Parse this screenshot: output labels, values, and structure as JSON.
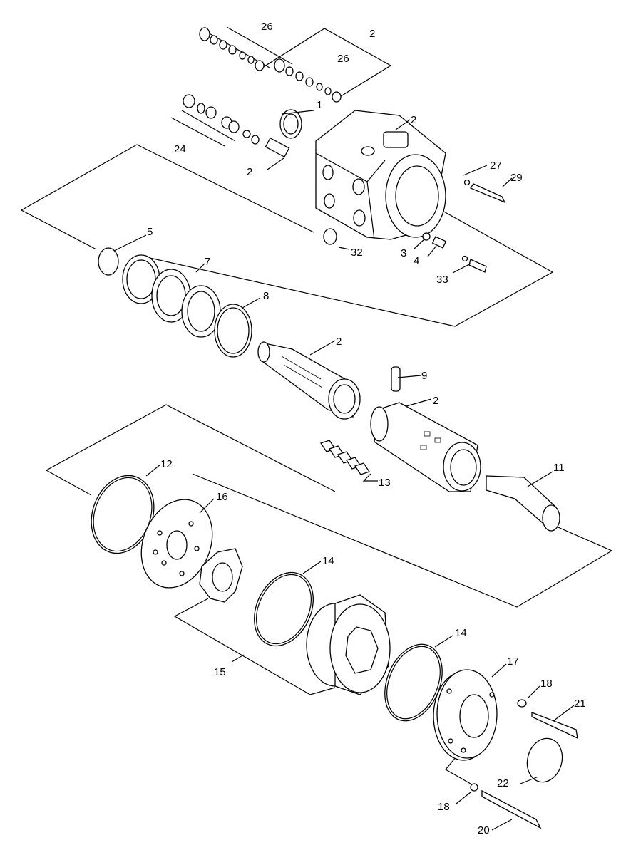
{
  "callouts": {
    "c1": "1",
    "c2a": "2",
    "c2b": "2",
    "c2c": "2",
    "c2d": "2",
    "c2e": "2",
    "c3": "3",
    "c4": "4",
    "c5": "5",
    "c7": "7",
    "c8": "8",
    "c9": "9",
    "c11": "11",
    "c12": "12",
    "c13": "13",
    "c14a": "14",
    "c14b": "14",
    "c15": "15",
    "c16": "16",
    "c17": "17",
    "c18a": "18",
    "c18b": "18",
    "c20": "20",
    "c21": "21",
    "c22": "22",
    "c24": "24",
    "c26a": "26",
    "c26b": "26",
    "c27": "27",
    "c29": "29",
    "c32": "32",
    "c33": "33"
  },
  "line_color": "#000000",
  "background": "#ffffff"
}
